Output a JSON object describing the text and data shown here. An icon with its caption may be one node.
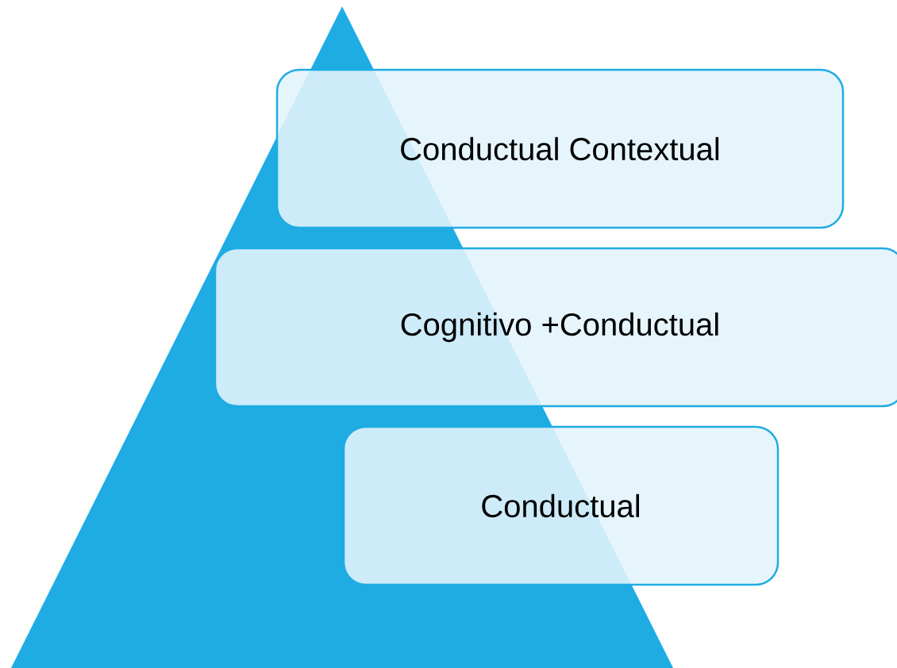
{
  "diagram": {
    "nodes": [
      {
        "text": [
          "Conductual Contextual"
        ]
      },
      {
        "text": [
          "Cognitivo +Conductual"
        ]
      },
      {
        "text": [
          "Conductual"
        ]
      }
    ]
  }
}
